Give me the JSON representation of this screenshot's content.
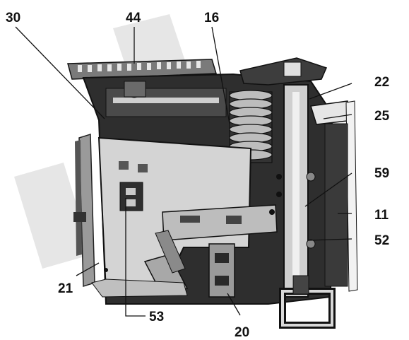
{
  "callouts": {
    "c30": "30",
    "c44": "44",
    "c16": "16",
    "c22": "22",
    "c25": "25",
    "c59": "59",
    "c11": "11",
    "c52": "52",
    "c21": "21",
    "c53": "53",
    "c20": "20"
  },
  "colors": {
    "ink": "#111111",
    "shadow": "#3a3a3a",
    "midtone": "#8a8a8a",
    "highlight": "#d9d9d9",
    "watermark": "#e4e4e4"
  }
}
